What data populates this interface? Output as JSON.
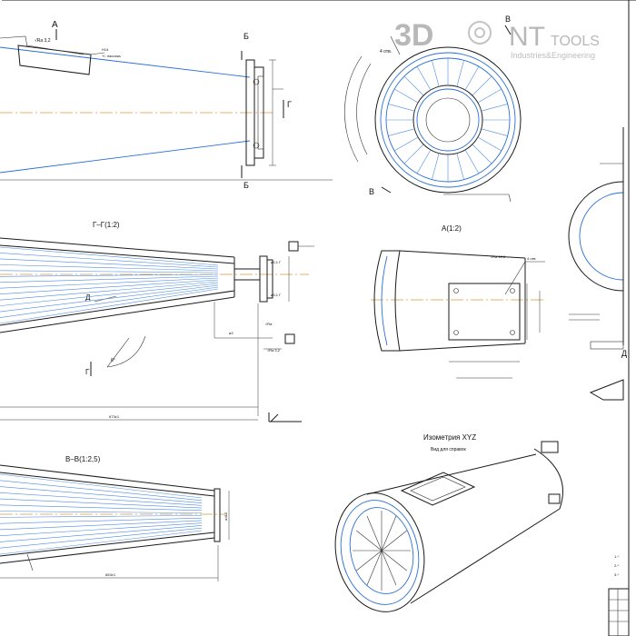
{
  "views": {
    "top_left": {
      "label_a": "А",
      "label_b_top": "Б",
      "label_b_bottom": "Б",
      "label_g": "Г"
    },
    "section_gg": {
      "title": "Г–Г(1:2)",
      "dim_bottom": "673±1",
      "label_d": "Д",
      "label_g": "Г"
    },
    "section_vv": {
      "title": "В–В(1:2,5)",
      "dim_bottom": "653±1",
      "dim_right": "ø412"
    },
    "view_circle": {
      "label_v_top": "В",
      "label_v_bottom": "В"
    },
    "view_a": {
      "title": "А(1:2)",
      "label_cut": "4 отв."
    },
    "isometric": {
      "title": "Изометрия XYZ",
      "subtitle": "Вид для справок"
    },
    "right_partial": {
      "label_d": "Д"
    }
  },
  "watermark": {
    "brand_prefix": "3D",
    "brand_main": "NT",
    "brand_tools": "TOOLS",
    "tagline": "Industries&Engineering"
  }
}
